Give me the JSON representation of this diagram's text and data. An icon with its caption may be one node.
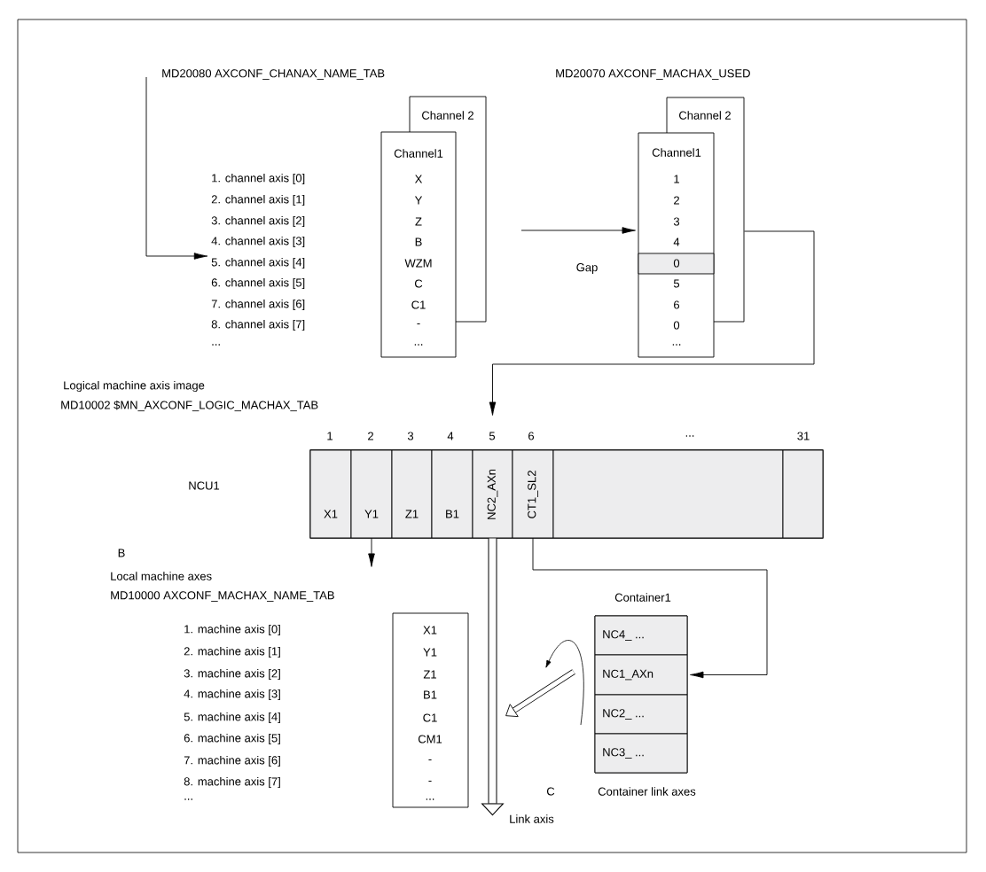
{
  "diagram": {
    "nodes": [
      {
        "text": [
          "1. channel axis [0]",
          "2. channel axis [1]",
          "3. channel axis [2]",
          "4. channel axis [3]",
          "5. channel axis [4]",
          "6. channel axis [5]",
          "7. channel axis [6]",
          "8. channel axis [7]",
          "..."
        ]
      },
      {
        "text": [
          "Channel 2"
        ]
      },
      {
        "text": [
          "Channel1",
          "X",
          "Y",
          "Z",
          "B",
          "WZM",
          "C",
          "C1",
          "-",
          "..."
        ]
      },
      {
        "text": [
          "Channel 2"
        ]
      },
      {
        "text": [
          "Channel1",
          "1",
          "2",
          "3",
          "4",
          "5",
          "6",
          "0",
          "..."
        ]
      },
      {
        "text": [
          "0"
        ],
        "in": 4
      },
      {
        "text": [],
        "shape": "bar"
      },
      {
        "text": [
          "X1"
        ],
        "in": 6
      },
      {
        "text": [
          "Y1"
        ],
        "in": 6
      },
      {
        "text": [
          "Z1"
        ],
        "in": 6
      },
      {
        "text": [
          "B1"
        ],
        "in": 6
      },
      {
        "text": [
          "NC2_AXn"
        ],
        "in": 6
      },
      {
        "text": [
          "CT1_SL2"
        ],
        "in": 6
      },
      {
        "text": [],
        "shape": "box",
        "in": 6
      },
      {
        "text": [],
        "shape": "box",
        "in": 6
      },
      {
        "text": [
          "X1",
          "Y1",
          "Z1",
          "B1",
          "C1",
          "CM1",
          "-",
          "-",
          "..."
        ]
      },
      {
        "text": [
          "Container1"
        ]
      },
      {
        "text": [
          "NC4_ ..."
        ],
        "in": 16
      },
      {
        "text": [
          "NC1_AXn"
        ],
        "in": 16
      },
      {
        "text": [
          "NC2_ ..."
        ],
        "in": 16
      },
      {
        "text": [
          "NC3_ ..."
        ],
        "in": 16
      }
    ],
    "edges": [
      {
        "from": null,
        "to": 0,
        "arrow": "to"
      },
      {
        "from": null,
        "to": 4,
        "arrow": "to"
      },
      {
        "from": 3,
        "to": 11,
        "arrow": "to"
      },
      {
        "from": 11,
        "to": null,
        "arrow": "to",
        "style": "thick"
      },
      {
        "from": 8,
        "to": null,
        "arrow": "to"
      },
      {
        "from": 12,
        "to": 18,
        "arrow": "to"
      }
    ],
    "labels": [
      "MD20080 AXCONF_CHANAX_NAME_TAB",
      "MD20070 AXCONF_MACHAX_USED",
      "Gap",
      "Logical machine axis image",
      "MD10002 $MN_AXCONF_LOGIC_MACHAX_TAB",
      "1",
      "2",
      "3",
      "4",
      "5",
      "6",
      "...",
      "31",
      "NCU1",
      "B",
      "Local machine axes",
      "MD10000 AXCONF_MACHAX_NAME_TAB",
      "1. machine axis [0]",
      "2. machine axis [1]",
      "3. machine axis [2]",
      "4. machine axis [3]",
      "5. machine axis [4]",
      "6. machine axis [5]",
      "7. machine axis [6]",
      "8. machine axis [7]",
      "...",
      "C",
      "Container link axes",
      "Link axis"
    ]
  }
}
